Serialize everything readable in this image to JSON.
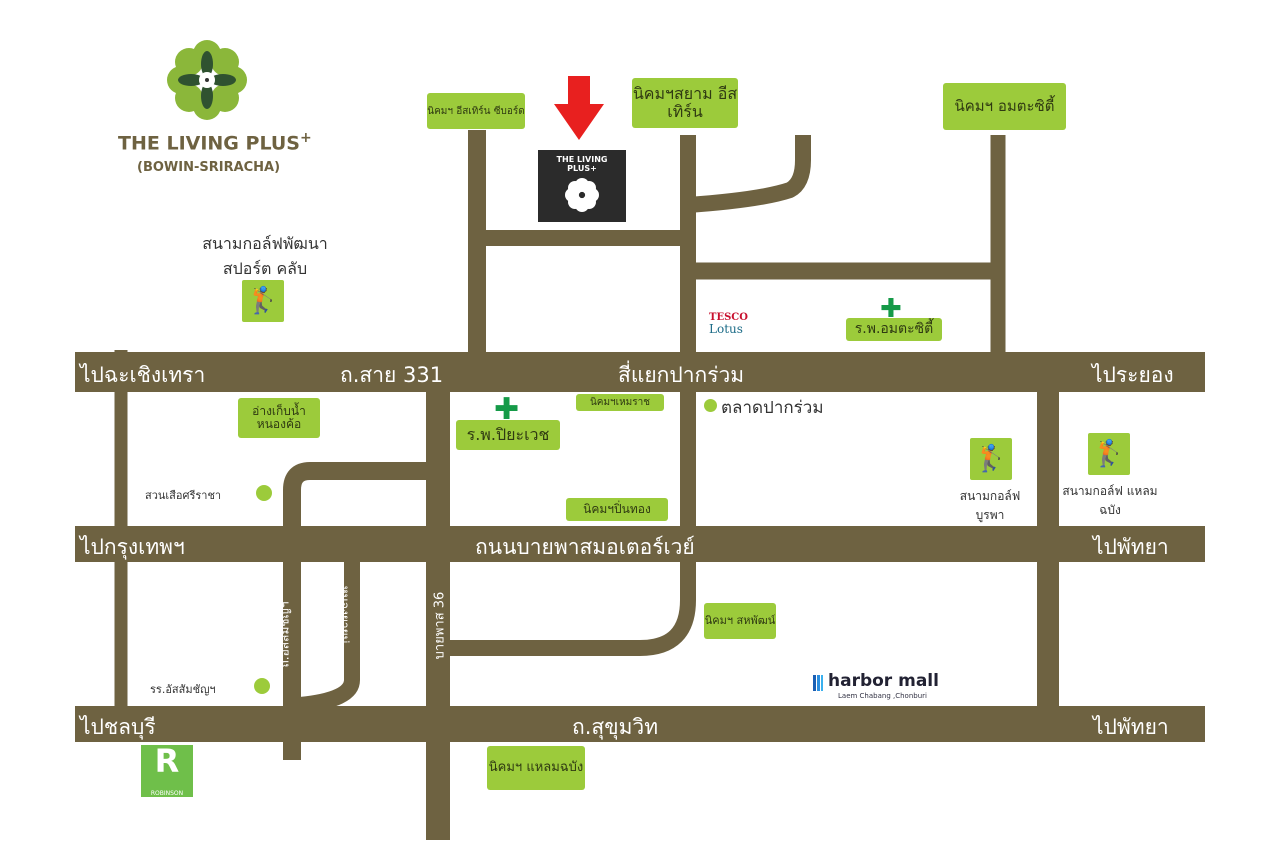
{
  "brand": {
    "title": "THE LIVING PLUS",
    "plus": "+",
    "subtitle": "(BOWIN-SRIRACHA)",
    "marker_label": "THE LIVING PLUS+"
  },
  "colors": {
    "road": "#6e6241",
    "accent": "#9ccb3b",
    "marker": "#e8201f",
    "cross": "#159a48"
  },
  "roads": {
    "road331_left": "ไปฉะเชิงเทรา",
    "road331_name": "ถ.สาย 331",
    "road331_mid": "สี่แยกปากร่วม",
    "road331_right": "ไประยอง",
    "motorway_left": "ไปกรุงเทพฯ",
    "motorway_name": "ถนนบายพาสมอเตอร์เวย์",
    "motorway_right": "ไปพัทยา",
    "sukhumvit_left": "ไปชลบุรี",
    "sukhumvit_name": "ถ.สุขุมวิท",
    "sukhumvit_right": "ไปพัทยา",
    "v_assumption": "ถ.อัสสัมชัญฯ",
    "v_nongyaibu": "หนองยายบู่",
    "v_bypass36": "บายพาส 36"
  },
  "places": {
    "ie_eastern_seaboard": "นิคมฯ อีสเทิร์น ซีบอร์ด",
    "siam_eastern": "นิคมฯสยาม อีสเทิร์น",
    "amata_city": "นิคมฯ อมตะซิตี้",
    "golf_pattana": "สนามกอล์ฟพัฒนา สปอร์ต คลับ",
    "tesco": "TESCO",
    "lotus": "Lotus",
    "amata_hospital": "ร.พ.อมตะซิตี้",
    "reservoir": "อ่างเก็บน้ำ หนองค้อ",
    "piyavate_hospital": "ร.พ.ปิยะเวช",
    "hemaraj": "นิคมฯเหมราช",
    "pakruam_market": "ตลาดปากร่วม",
    "tiger_zoo": "สวนเสือศรีราชา",
    "pinthong": "นิคมฯปิ่นทอง",
    "golf_burapha": "สนามกอล์ฟ บูรพา",
    "golf_laemchabang": "สนามกอล์ฟ แหลมฉบัง",
    "sahapat": "นิคมฯ สหพัฒน์",
    "assumption_school": "รร.อัสสัมชัญฯ",
    "harbor_mall": "harbor mall",
    "harbor_mall_sub": "Laem Chabang ,Chonburi",
    "robinson": "ROBINSON",
    "laemchabang_ie": "นิคมฯ แหลมฉบัง"
  }
}
